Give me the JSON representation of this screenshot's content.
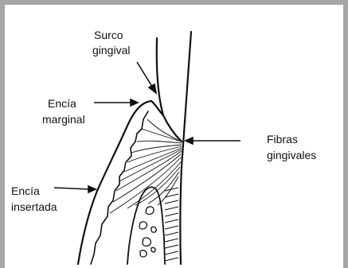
{
  "labels": {
    "surco_line1": "Surco",
    "surco_line2": "gingival",
    "encia_marginal_line1": "Encía",
    "encia_marginal_line2": "marginal",
    "fibras_line1": "Fibras",
    "fibras_line2": "gingivales",
    "encia_insertada_line1": "Encía",
    "encia_insertada_line2": "insertada"
  },
  "colors": {
    "frame": "#a6a6a6",
    "ink": "#111111",
    "background": "#ffffff"
  }
}
